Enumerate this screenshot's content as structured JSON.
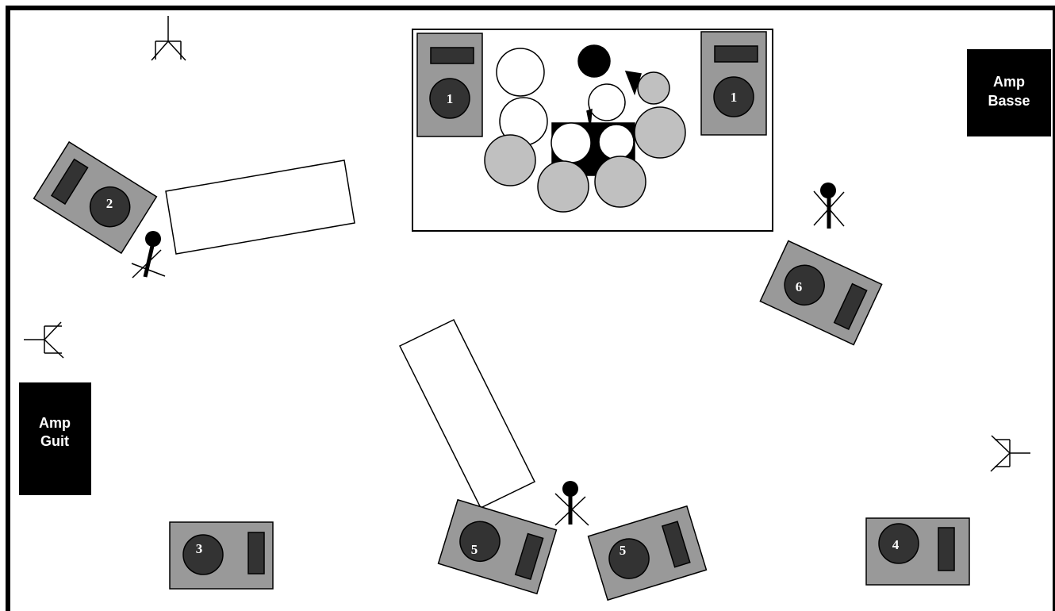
{
  "monitors": {
    "drum_left": "1",
    "drum_right": "1",
    "left_angled": "2",
    "bottom_left": "3",
    "bottom_right": "4",
    "front_left": "5",
    "front_right": "5",
    "right_angled": "6"
  },
  "amps": {
    "bass": {
      "line1": "Amp",
      "line2": "Basse"
    },
    "guitar": {
      "line1": "Amp",
      "line2": "Guit"
    }
  },
  "colors": {
    "cabinet": "#999999",
    "speaker": "#333333",
    "cymbal": "#c0c0c0",
    "amp": "#000000",
    "stroke": "#000000",
    "background": "#ffffff"
  },
  "icons": [
    "person-icon",
    "mic-stand-icon",
    "drum-kit-icon",
    "monitor-wedge-icon"
  ]
}
